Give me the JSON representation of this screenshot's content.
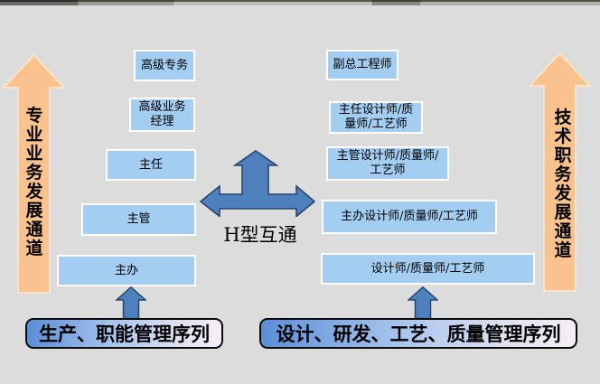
{
  "center": {
    "label": "H型互通"
  },
  "channels": {
    "left": {
      "label": "专业业务发展通道"
    },
    "right": {
      "label": "技术职务发展通道"
    }
  },
  "left_column": {
    "boxes": [
      {
        "label": "高级专务"
      },
      {
        "label": "高级业务\n经理"
      },
      {
        "label": "主任"
      },
      {
        "label": "主管"
      },
      {
        "label": "主办"
      }
    ]
  },
  "right_column": {
    "boxes": [
      {
        "label": "副总工程师"
      },
      {
        "label": "主任设计师/质\n量师/工艺师"
      },
      {
        "label": "主管设计师/质量师/\n工艺师"
      },
      {
        "label": "主办设计师/质量师/工艺师"
      },
      {
        "label": "设计师/质量师/工艺师"
      }
    ]
  },
  "series": {
    "left": {
      "label": "生产、职能管理序列"
    },
    "right": {
      "label": "设计、研发、工艺、质量管理序列"
    }
  },
  "colors": {
    "background": "#dcdcdc",
    "level_box_fill": "#a3cdf1",
    "level_box_border": "#ffffff",
    "blue_arrow_fill": "#4d80bc",
    "blue_arrow_border": "#27466e",
    "channel_arrow_fill": "#fac28f",
    "channel_arrow_border": "#fbe3c8",
    "series_box_border": "#0a0a0a",
    "series_gradient_start": "#5b8ed6",
    "series_gradient_end": "#f6eef6"
  }
}
